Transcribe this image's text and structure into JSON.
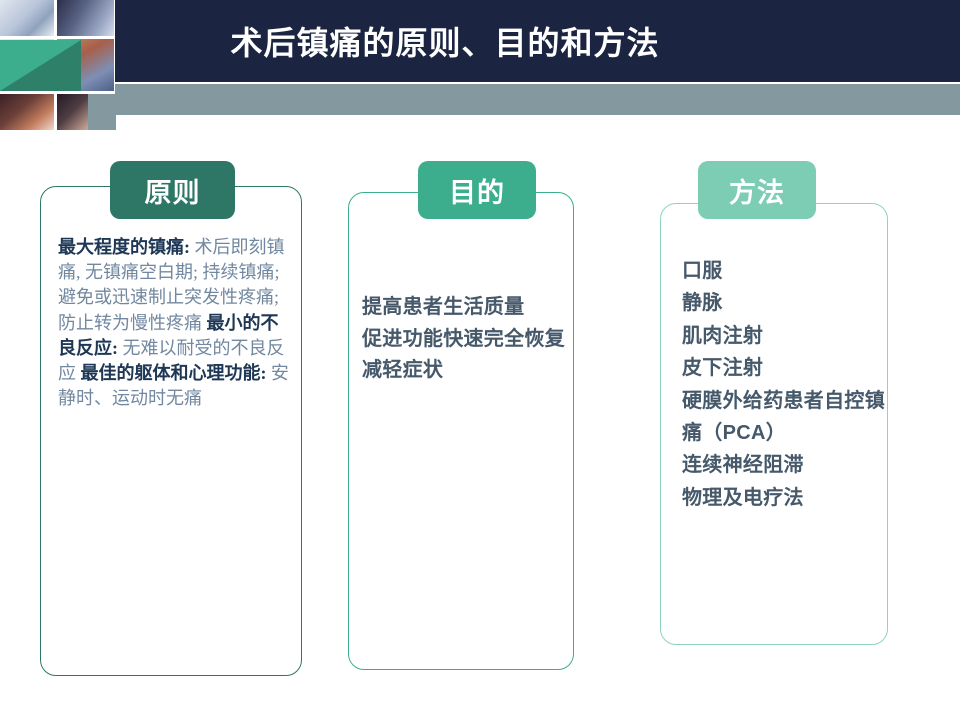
{
  "header": {
    "title": "术后镇痛的原则、目的和方法",
    "navy_color": "#1B2541",
    "slate_color": "#84999F"
  },
  "colors": {
    "tab_dark_teal": "#2E7766",
    "tab_mid_teal": "#3DAE8D",
    "tab_light_teal": "#7DCCB4",
    "heading_navy": "#1E3755",
    "body_slate_blue": "#7288A0",
    "body_slate_gray": "#46596B"
  },
  "cards": [
    {
      "tab_label": "原则",
      "blocks": [
        {
          "kind": "head",
          "text": "最大程度的镇痛:"
        },
        {
          "kind": "text",
          "text": "术后即刻镇痛, 无镇痛空白期; 持续镇痛; 避免或迅速制止突发性疼痛; 防止转为慢性疼痛"
        },
        {
          "kind": "head",
          "text": "最小的不良反应:"
        },
        {
          "kind": "text",
          "text": "无难以耐受的不良反应"
        },
        {
          "kind": "head",
          "text": "最佳的躯体和心理功能:"
        },
        {
          "kind": "text",
          "text": "安静时、运动时无痛"
        }
      ]
    },
    {
      "tab_label": "目的",
      "lines": [
        "提高患者生活质量",
        "促进功能快速完全恢复",
        "减轻症状"
      ]
    },
    {
      "tab_label": "方法",
      "lines": [
        "口服",
        "静脉",
        "肌肉注射",
        "皮下注射",
        "硬膜外给药患者自控镇痛（PCA）",
        "连续神经阻滞",
        "物理及电疗法"
      ]
    }
  ]
}
